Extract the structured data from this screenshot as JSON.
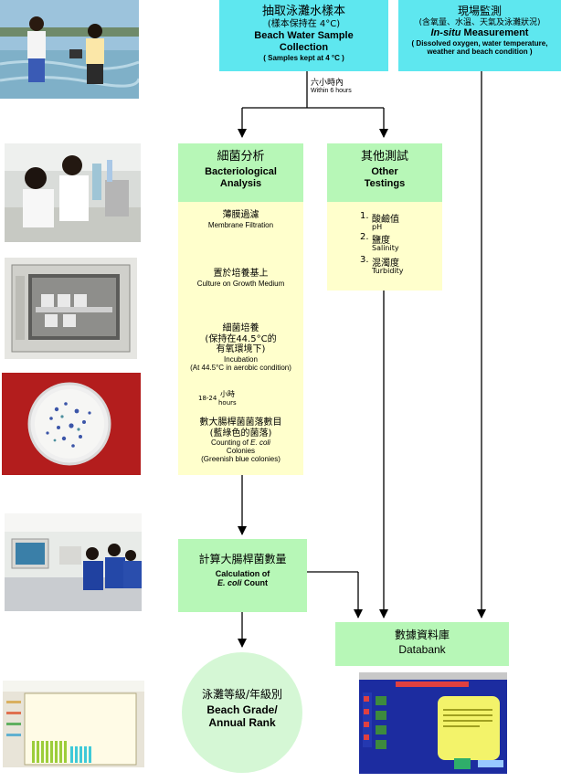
{
  "collection": {
    "zh_title": "抽取泳灘水樣本",
    "zh_sub": "(樣本保持在 4°C)",
    "en_title_1": "Beach Water Sample",
    "en_title_2": "Collection",
    "en_sub": "( Samples kept at 4 °C )"
  },
  "insitu": {
    "zh_title": "現場監測",
    "zh_sub": "(含氧量、水溫、天氣及泳灘狀況)",
    "en_title_italic": "In-situ",
    "en_title_rest": " Measurement",
    "en_sub_1": "( Dissolved oxygen, water temperature,",
    "en_sub_2": "weather and beach condition )"
  },
  "within": {
    "zh": "六小時內",
    "en": "Within 6 hours"
  },
  "bacterio": {
    "zh": "細菌分析",
    "en_1": "Bacteriological",
    "en_2": "Analysis",
    "steps": [
      {
        "zh": "薄膜過濾",
        "en": "Membrane Filtration"
      },
      {
        "zh": "置於培養基上",
        "en": "Culture on Growth Medium"
      }
    ],
    "incubation": {
      "zh_1": "細菌培養",
      "zh_2": "(保持在44.5°C的",
      "zh_3": "有氧環境下)",
      "en_1": "Incubation",
      "en_2": "(At 44.5°C in aerobic condition)"
    },
    "hours": {
      "zh": "小時",
      "range": "18-24",
      "en": "hours"
    },
    "counting": {
      "zh_1": "數大腸桿菌菌落數目",
      "zh_2": "(藍綠色的菌落)",
      "en_1_pre": "Counting of ",
      "en_1_italic": "E. coli",
      "en_2": "Colonies",
      "en_3": "(Greenish blue colonies)"
    }
  },
  "other": {
    "zh": "其他測試",
    "en_1": "Other",
    "en_2": "Testings",
    "items": [
      {
        "num": "1.",
        "zh": "酸鹼值",
        "en": "pH"
      },
      {
        "num": "2.",
        "zh": "鹽度",
        "en": "Salinity"
      },
      {
        "num": "3.",
        "zh": "混濁度",
        "en": "Turbidity"
      }
    ]
  },
  "calculation": {
    "zh": "計算大腸桿菌數量",
    "en_1": "Calculation of",
    "en_2_italic": "E. coli",
    "en_2_rest": " Count"
  },
  "databank": {
    "zh": "數據資料庫",
    "en": "Databank"
  },
  "grade": {
    "zh": "泳灘等級/年級別",
    "en_1": "Beach Grade/",
    "en_2": "Annual Rank"
  },
  "colors": {
    "cyan": "#5ee7ef",
    "green": "#b7f7b7",
    "yellow": "#ffffcc",
    "grade_circle": "#d5f7d5",
    "arrow": "#000000"
  }
}
